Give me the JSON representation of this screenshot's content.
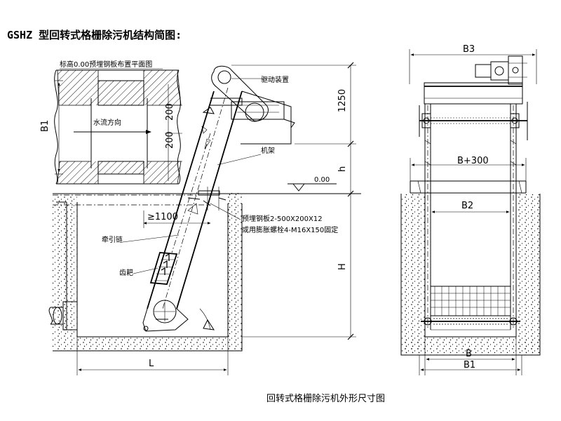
{
  "title": "GSHZ 型回转式格栅除污机结构简图:",
  "caption": "回转式格栅除污机外形尺寸图",
  "side_view": {
    "plan_label": "标高0.00预埋钢板布置平面图",
    "flow_label": "水流方向",
    "drive_label": "驱动装置",
    "frame_label": "机架",
    "elevation_label": "0.00",
    "plate_label_1": "预埋钢板2-500X200X12",
    "plate_label_2": "或用膨胀螺栓4-M16X150固定",
    "chain_label": "牵引链",
    "rake_label": "齿耙",
    "dims": {
      "b1": "B1",
      "d200a": "200",
      "d200b": "200",
      "d1250": "1250",
      "h_small": "h",
      "h_big": "H",
      "d1100": "≥1100",
      "l": "L"
    }
  },
  "front_view": {
    "dims": {
      "b3": "B3",
      "b300": "B+300",
      "b2": "B2",
      "b": "B",
      "b1": "B1"
    }
  }
}
